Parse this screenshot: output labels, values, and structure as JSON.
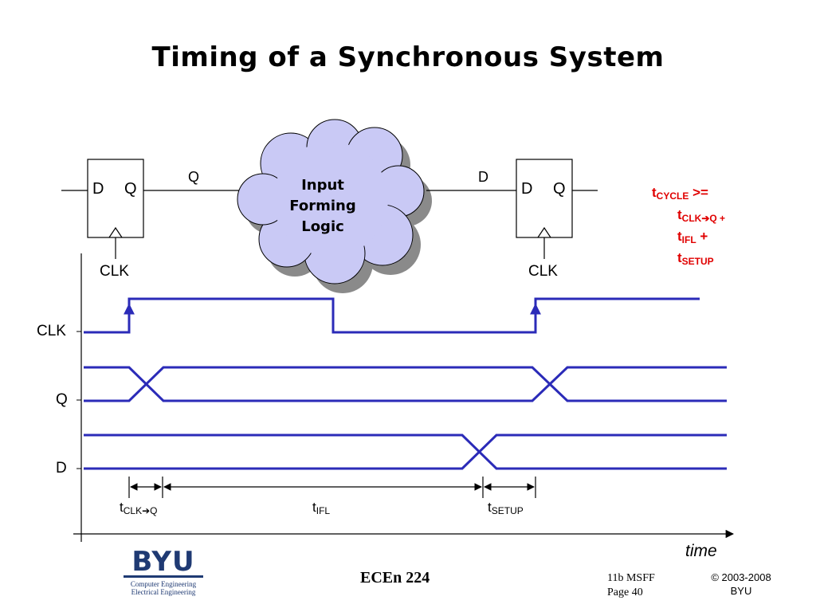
{
  "title": "Timing of a Synchronous System",
  "circuit": {
    "ff_left": {
      "d": "D",
      "q": "Q",
      "clk": "CLK"
    },
    "ff_right": {
      "d": "D",
      "q": "Q",
      "clk": "CLK"
    },
    "wire_q_label": "Q",
    "wire_d_label": "D",
    "cloud_lines": [
      "Input",
      "Forming",
      "Logic"
    ]
  },
  "equation": {
    "line1_t": "t",
    "line1_sub": "CYCLE",
    "line1_op": " >=",
    "line2_t": "t",
    "line2_sub": "CLK➔Q +",
    "line3_t": "t",
    "line3_sub": "IFL",
    "line3_op": " +",
    "line4_t": "t",
    "line4_sub": "SETUP"
  },
  "waveforms": {
    "signals": [
      "CLK",
      "Q",
      "D"
    ],
    "intervals": [
      {
        "t": "t",
        "sub": "CLK➔Q"
      },
      {
        "t": "t",
        "sub": "IFL"
      },
      {
        "t": "t",
        "sub": "SETUP"
      }
    ],
    "axis_label": "time"
  },
  "footer": {
    "logo_word": "BYU",
    "logo_line1": "Computer Engineering",
    "logo_line2": "Electrical Engineering",
    "course": "ECEn 224",
    "slide_line1": "11b MSFF",
    "slide_line2": "Page 40",
    "copyright_line1": "© 2003-2008",
    "copyright_line2": "BYU"
  },
  "colors": {
    "wave": "#2b2bb8",
    "equation": "#e00000",
    "cloud_fill": "#c9c9f5",
    "cloud_shadow": "#8a8a8a",
    "logo": "#1f3a73"
  }
}
